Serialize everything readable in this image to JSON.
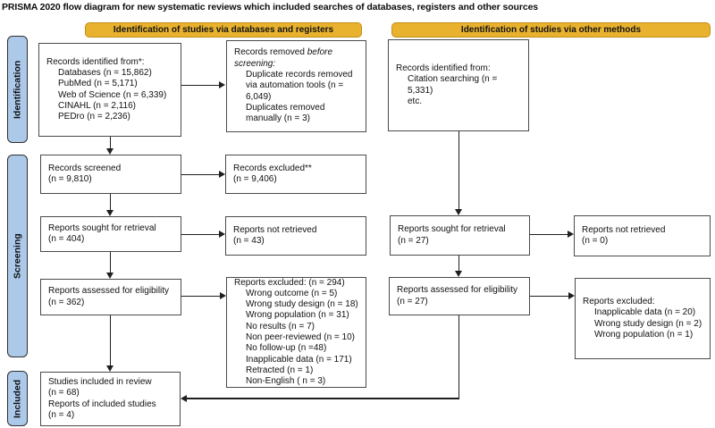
{
  "title": "PRISMA 2020 flow diagram for new systematic reviews which included searches of databases, registers and other sources",
  "colors": {
    "header_bg": "#E9B22E",
    "header_border": "#C28E15",
    "side_bg": "#ADC9EA",
    "side_border": "#2E2E2E",
    "box_border": "#4A4A4A",
    "line": "#1F1F1F",
    "ink": "#101010"
  },
  "headers": {
    "databases_registers": "Identification of studies via databases and registers",
    "other_methods": "Identification of studies via other methods"
  },
  "stages": {
    "identification": "Identification",
    "screening": "Screening",
    "included": "Included"
  },
  "boxes": {
    "records_identified_db": {
      "intro": "Records identified from*:",
      "items": [
        "Databases (n = 15,862)",
        "PubMed (n = 5,171)",
        "Web of Science (n = 6,339)",
        "CINAHL (n = 2,116)",
        "PEDro (n = 2,236)"
      ]
    },
    "records_removed": {
      "intro_plain": "Records removed ",
      "intro_italic": "before screening:",
      "items": [
        "Duplicate records removed via automation tools (n = 6,049)",
        "Duplicates removed manually (n = 3)"
      ]
    },
    "records_screened": {
      "lines": [
        "Records screened",
        "(n = 9,810)"
      ]
    },
    "records_excluded": {
      "lines": [
        "Records excluded**",
        "(n = 9,406)"
      ]
    },
    "reports_sought_db": {
      "lines": [
        "Reports sought for retrieval",
        "(n = 404)"
      ]
    },
    "reports_not_retrieved_db": {
      "lines": [
        "Reports not retrieved",
        "(n = 43)"
      ]
    },
    "reports_assessed_db": {
      "lines": [
        "Reports assessed for eligibility",
        "(n = 362)"
      ]
    },
    "reports_excluded_db": {
      "intro": "Reports excluded: (n = 294)",
      "items": [
        "Wrong outcome (n = 5)",
        "Wrong study design (n = 18)",
        "Wrong population (n = 31)",
        "No results (n = 7)",
        "Non peer-reviewed (n = 10)",
        "No follow-up (n =48)",
        "Inapplicable data (n = 171)",
        "Retracted (n = 1)",
        "Non-English ( n = 3)"
      ]
    },
    "studies_included": {
      "lines": [
        "Studies included in review",
        "(n = 68)",
        "Reports of included studies",
        "(n = 4)"
      ]
    },
    "records_identified_other": {
      "intro": "Records identified from:",
      "items": [
        "Citation searching (n = 5,331)",
        "etc."
      ]
    },
    "reports_sought_other": {
      "lines": [
        "Reports sought for retrieval",
        "(n = 27)"
      ]
    },
    "reports_not_retrieved_other": {
      "lines": [
        "Reports not retrieved",
        "(n = 0)"
      ]
    },
    "reports_assessed_other": {
      "lines": [
        "Reports assessed for eligibility",
        "(n = 27)"
      ]
    },
    "reports_excluded_other": {
      "intro": "Reports excluded:",
      "items": [
        "Inapplicable data (n = 20)",
        "Wrong study design (n = 2)",
        "Wrong population (n = 1)"
      ]
    }
  }
}
